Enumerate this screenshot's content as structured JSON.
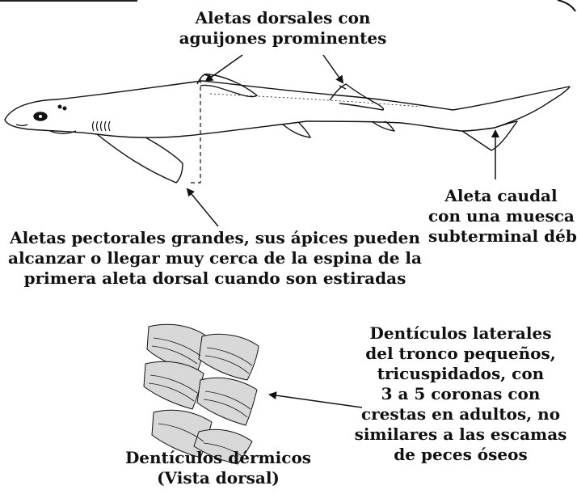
{
  "labels": {
    "dorsal": [
      "Aletas dorsales con",
      "aguijones prominentes"
    ],
    "caudal": [
      "Aleta caudal",
      "con una muesca",
      "subterminal débil"
    ],
    "pectoral": [
      "Aletas pectorales grandes, sus ápices pueden",
      "alcanzar o llegar muy cerca de la espina de la",
      "primera aleta dorsal cuando son estiradas"
    ],
    "denticle_desc": [
      "Dentículos laterales",
      "del tronco pequeños,",
      "tricuspidados, con",
      "3 a 5 coronas con",
      "crestas en adultos, no",
      "similares a las escamas",
      "de peces óseos"
    ],
    "denticle_title": [
      "Dentículos dérmicos",
      "(Vista dorsal)"
    ]
  },
  "colors": {
    "ink": "#111111",
    "background": "#ffffff"
  },
  "icons": [
    "shark-illustration",
    "dermal-denticles-illustration",
    "arrow"
  ]
}
